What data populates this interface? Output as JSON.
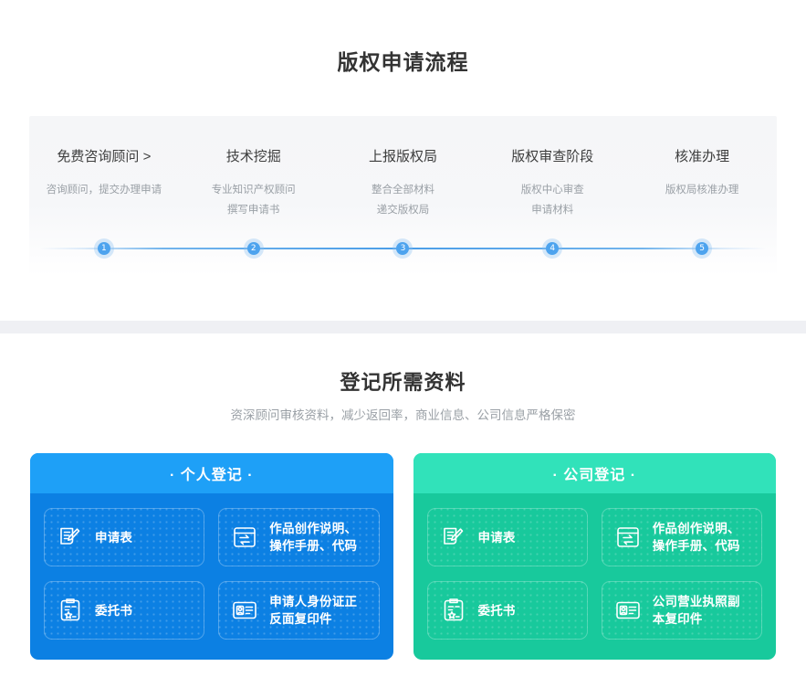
{
  "process": {
    "title": "版权申请流程",
    "steps": [
      {
        "num": "1",
        "title": "免费咨询顾问 >",
        "desc1": "咨询顾问，提交办理申请",
        "desc2": ""
      },
      {
        "num": "2",
        "title": "技术挖掘",
        "desc1": "专业知识产权顾问",
        "desc2": "撰写申请书"
      },
      {
        "num": "3",
        "title": "上报版权局",
        "desc1": "整合全部材料",
        "desc2": "递交版权局"
      },
      {
        "num": "4",
        "title": "版权审查阶段",
        "desc1": "版权中心审查",
        "desc2": "申请材料"
      },
      {
        "num": "5",
        "title": "核准办理",
        "desc1": "版权局核准办理",
        "desc2": ""
      }
    ]
  },
  "materials": {
    "title": "登记所需资料",
    "subtitle": "资深顾问审核资料，减少返回率，商业信息、公司信息严格保密",
    "cards": [
      {
        "header": "· 个人登记 ·",
        "accent": "#0c80e3",
        "header_accent": "#1ea0f7",
        "items": [
          {
            "icon": "document-pencil-icon",
            "label": "申请表"
          },
          {
            "icon": "window-exchange-icon",
            "label": "作品创作说明、操作手册、代码"
          },
          {
            "icon": "clipboard-star-icon",
            "label": "委托书"
          },
          {
            "icon": "id-card-icon",
            "label": "申请人身份证正反面复印件"
          }
        ]
      },
      {
        "header": "· 公司登记 ·",
        "accent": "#18c99c",
        "header_accent": "#31e2ba",
        "items": [
          {
            "icon": "document-pencil-icon",
            "label": "申请表"
          },
          {
            "icon": "window-exchange-icon",
            "label": "作品创作说明、操作手册、代码"
          },
          {
            "icon": "clipboard-star-icon",
            "label": "委托书"
          },
          {
            "icon": "id-card-icon",
            "label": "公司营业执照副本复印件"
          }
        ]
      }
    ]
  }
}
